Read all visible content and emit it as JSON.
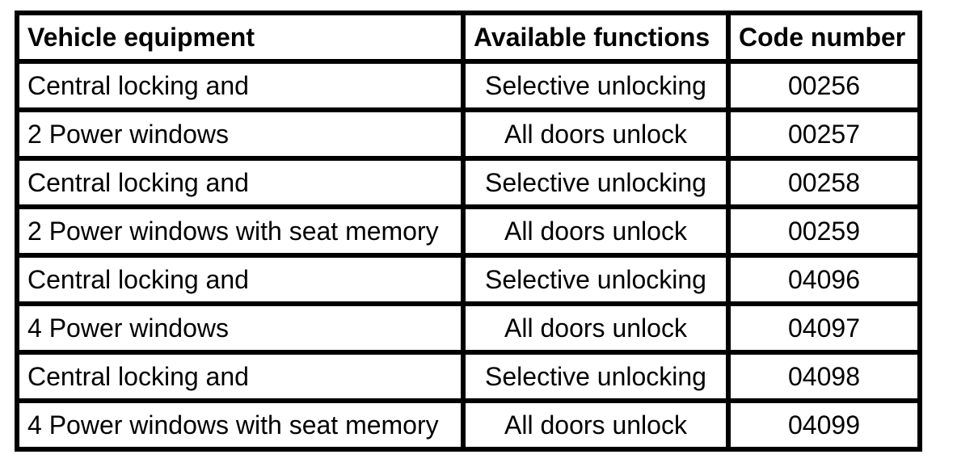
{
  "table": {
    "columns": {
      "equipment": "Vehicle equipment",
      "functions": "Available functions",
      "code": "Code number"
    },
    "rows": [
      {
        "equipment": "Central locking and",
        "functions": "Selective unlocking",
        "code": "00256"
      },
      {
        "equipment": "2 Power windows",
        "functions": "All doors unlock",
        "code": "00257"
      },
      {
        "equipment": "Central locking and",
        "functions": "Selective unlocking",
        "code": "00258"
      },
      {
        "equipment": "2 Power windows with seat memory",
        "functions": "All doors unlock",
        "code": "00259"
      },
      {
        "equipment": "Central locking and",
        "functions": "Selective unlocking",
        "code": "04096"
      },
      {
        "equipment": "4 Power windows",
        "functions": "All doors unlock",
        "code": "04097"
      },
      {
        "equipment": "Central locking and",
        "functions": "Selective unlocking",
        "code": "04098"
      },
      {
        "equipment": "4 Power windows with seat memory",
        "functions": "All doors unlock",
        "code": "04099"
      }
    ],
    "colors": {
      "border": "#000000",
      "background": "#ffffff",
      "text": "#000000"
    }
  }
}
